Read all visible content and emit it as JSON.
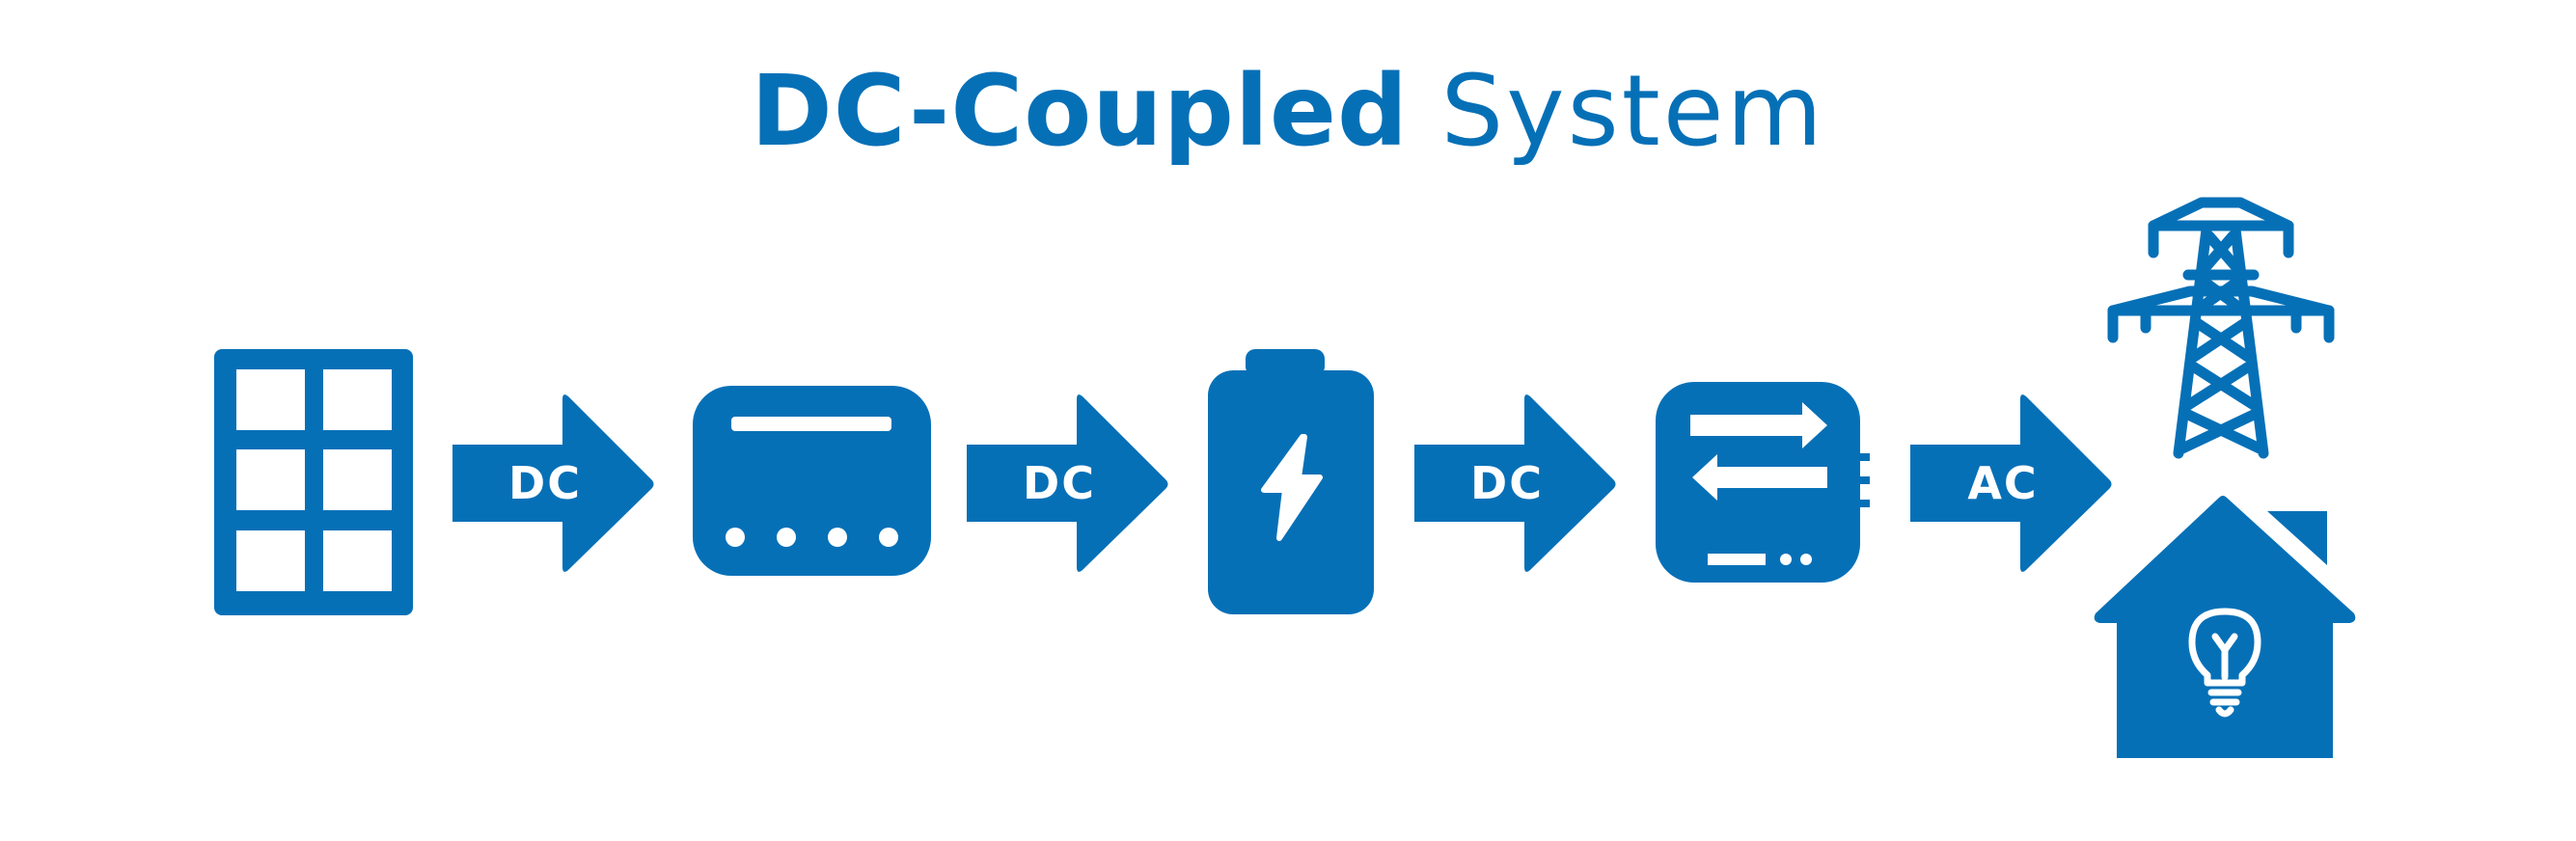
{
  "title": {
    "bold_part": "DC-Coupled",
    "light_part": "System"
  },
  "colors": {
    "primary": "#0670b7",
    "background": "#ffffff"
  },
  "components": [
    {
      "icon": "solar-panel-icon"
    },
    {
      "icon": "charge-controller-icon"
    },
    {
      "icon": "battery-icon"
    },
    {
      "icon": "inverter-icon"
    },
    {
      "icon": "power-grid-tower-icon"
    },
    {
      "icon": "house-icon"
    }
  ],
  "arrows": [
    {
      "label": "DC"
    },
    {
      "label": "DC"
    },
    {
      "label": "DC"
    },
    {
      "label": "AC"
    }
  ]
}
